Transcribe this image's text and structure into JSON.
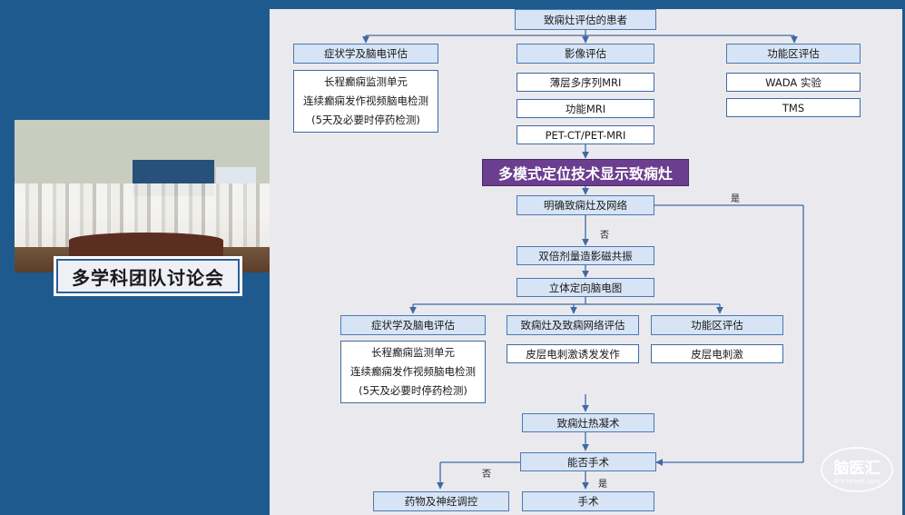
{
  "photo": {
    "caption": "多学科团队讨论会"
  },
  "flowchart": {
    "top": "致痫灶评估的患者",
    "col1": {
      "header": "症状学及脑电评估",
      "lines": [
        "长程癫痫监测单元",
        "连续癫痫发作视频脑电检测",
        "(5天及必要时停药检测)"
      ]
    },
    "col2": {
      "header": "影像评估",
      "items": [
        "薄层多序列MRI",
        "功能MRI",
        "PET-CT/PET-MRI"
      ]
    },
    "col3": {
      "header": "功能区评估",
      "items": [
        "WADA 实验",
        "TMS"
      ]
    },
    "multimodal": "多模式定位技术显示致痫灶",
    "identify": "明确致痫灶及网络",
    "label_no": "否",
    "label_yes": "是",
    "fmri": "双倍剂量造影磁共振",
    "seeg": "立体定向脑电图",
    "row2": {
      "a_header": "症状学及脑电评估",
      "a_lines": [
        "长程癫痫监测单元",
        "连续癫痫发作视频脑电检测",
        "(5天及必要时停药检测)"
      ],
      "b_header": "致痫灶及致痫网络评估",
      "b_item": "皮层电刺激诱发发作",
      "c_header": "功能区评估",
      "c_item": "皮层电刺激"
    },
    "thermo": "致痫灶热凝术",
    "surgery_q": "能否手术",
    "drug": "药物及神经调控",
    "surgery": "手术"
  },
  "watermark": {
    "name": "脑医汇",
    "url": "Brainmed.com"
  },
  "colors": {
    "background": "#1f5a8e",
    "panel": "#eaeaee",
    "box_border": "#3e6aa6",
    "highlight": "#6b3e8f"
  }
}
